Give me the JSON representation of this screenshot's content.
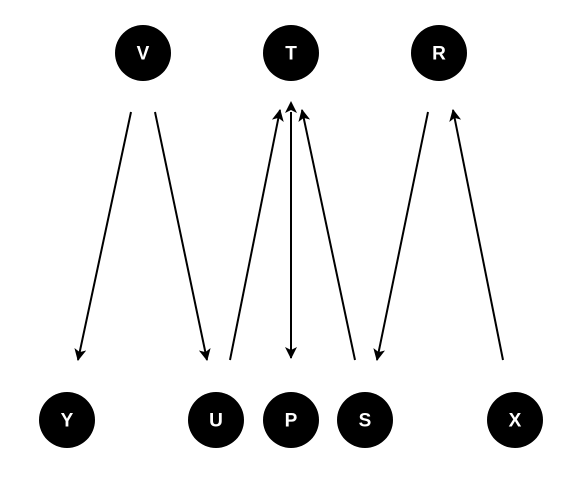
{
  "diagram": {
    "nodes": [
      {
        "id": "V",
        "label": "V"
      },
      {
        "id": "T",
        "label": "T"
      },
      {
        "id": "R",
        "label": "R"
      },
      {
        "id": "Y",
        "label": "Y"
      },
      {
        "id": "U",
        "label": "U"
      },
      {
        "id": "P",
        "label": "P"
      },
      {
        "id": "S",
        "label": "S"
      },
      {
        "id": "X",
        "label": "X"
      }
    ],
    "edges": [
      {
        "from": "V",
        "to": "Y",
        "direction": "forward"
      },
      {
        "from": "V",
        "to": "U",
        "direction": "forward"
      },
      {
        "from": "U",
        "to": "T",
        "direction": "forward"
      },
      {
        "from": "T",
        "to": "P",
        "direction": "both"
      },
      {
        "from": "S",
        "to": "T",
        "direction": "forward"
      },
      {
        "from": "R",
        "to": "S",
        "direction": "forward"
      },
      {
        "from": "X",
        "to": "R",
        "direction": "forward"
      }
    ],
    "colors": {
      "node_fill": "#000000",
      "node_text": "#ffffff",
      "edge": "#000000",
      "background": "#ffffff"
    }
  }
}
